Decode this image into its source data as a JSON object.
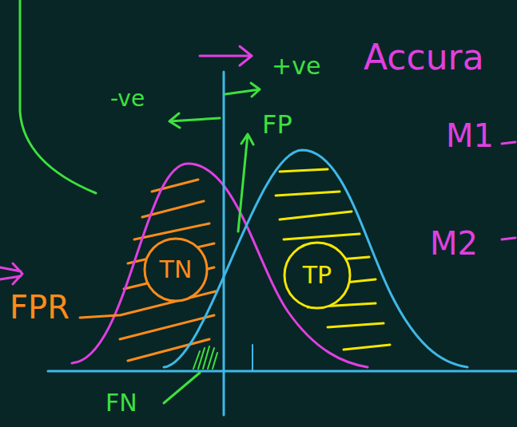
{
  "diagram": {
    "nodes": [
      {
        "text": [
          "TN"
        ]
      },
      {
        "text": [
          "TP"
        ]
      }
    ],
    "labels": [
      "+ve",
      "Accura",
      "-ve",
      "FP",
      "M1",
      "M2",
      "FPR",
      "FN"
    ]
  }
}
